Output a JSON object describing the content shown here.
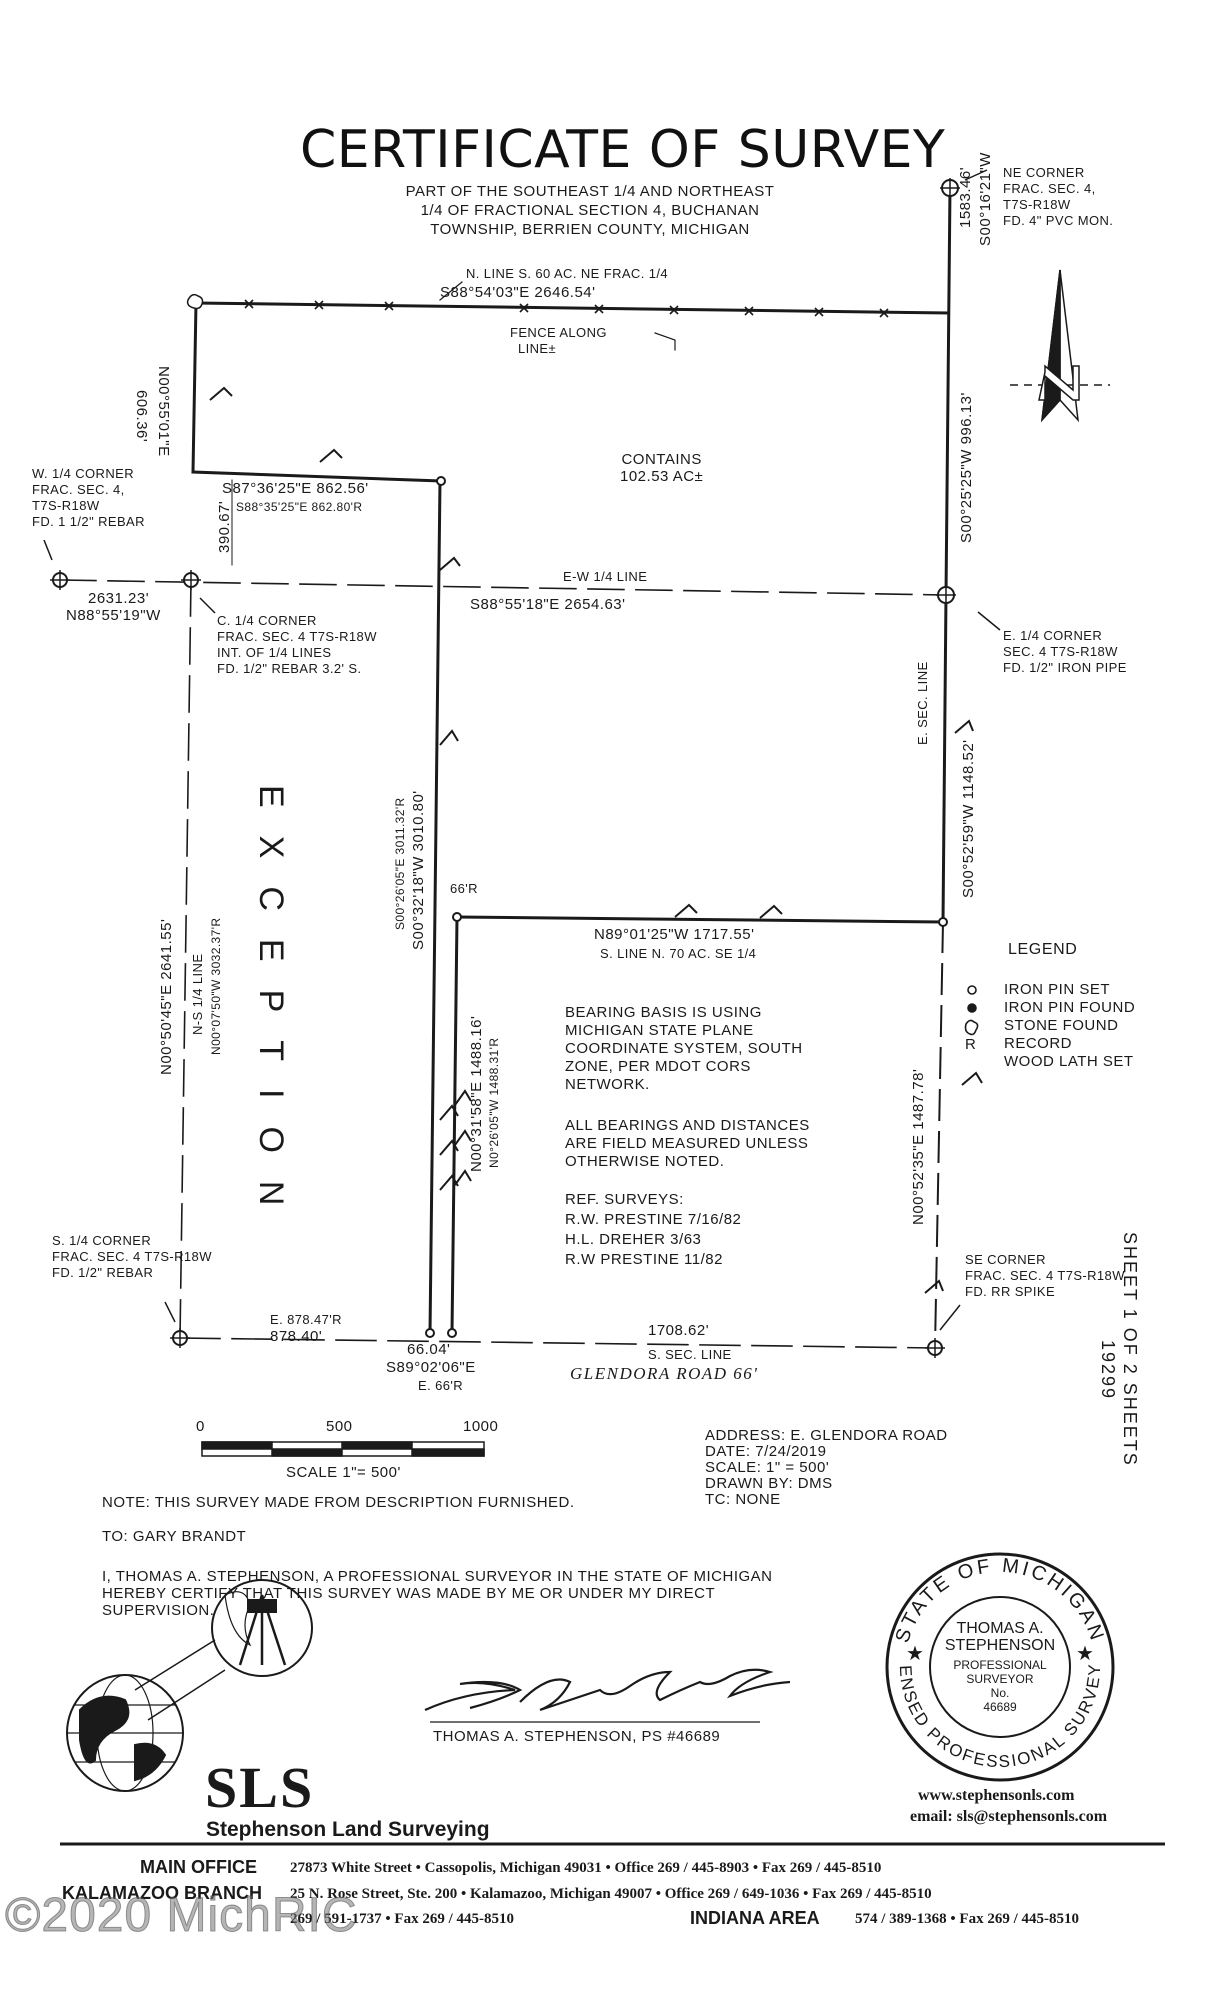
{
  "title": "CERTIFICATE OF SURVEY",
  "subtitle": [
    "PART OF THE SOUTHEAST 1/4 AND NORTHEAST",
    "1/4 OF FRACTIONAL SECTION 4, BUCHANAN",
    "TOWNSHIP, BERRIEN COUNTY, MICHIGAN"
  ],
  "ne_corner": [
    "NE CORNER",
    "FRAC. SEC. 4,",
    "T7S-R18W",
    "FD. 4\" PVC MON."
  ],
  "w_quarter_corner": [
    "W. 1/4 CORNER",
    "FRAC. SEC. 4,",
    "T7S-R18W",
    "FD. 1 1/2\" REBAR"
  ],
  "c_quarter_corner": [
    "C. 1/4 CORNER",
    "FRAC. SEC. 4 T7S-R18W",
    "INT. OF 1/4 LINES",
    "FD. 1/2\" REBAR 3.2' S."
  ],
  "e_quarter_corner": [
    "E. 1/4 CORNER",
    "SEC. 4 T7S-R18W",
    "FD. 1/2\" IRON PIPE"
  ],
  "s_quarter_corner": [
    "S. 1/4 CORNER",
    "FRAC. SEC. 4 T7S-R18W",
    "FD. 1/2\" REBAR"
  ],
  "se_corner": [
    "SE CORNER",
    "FRAC. SEC. 4 T7S-R18W",
    "FD. RR SPIKE"
  ],
  "north_line_label": "N. LINE S. 60 AC. NE FRAC. 1/4",
  "north_line_bearing": "S88°54'03\"E 2646.54'",
  "fence_label": [
    "FENCE ALONG",
    "LINE±"
  ],
  "contains": [
    "CONTAINS",
    "102.53 AC±"
  ],
  "west_upper_len": "606.36'",
  "west_upper_bearing": "N00°55'01\"E",
  "ne_len": "1583.46'",
  "ne_bearing": "S00°16'21\"W",
  "east_upper": "S00°25'25\"W 996.13'",
  "inner_line": "S87°36'25\"E 862.56'",
  "inner_line_record": "S88°35'25\"E 862.80'R",
  "w_short": "390.67'",
  "west_of_corner_len": "2631.23'",
  "west_of_corner_bearing": "N88°55'19\"W",
  "ew_line_label": "E-W 1/4 LINE",
  "ew_line_bearing": "S88°55'18\"E 2654.63'",
  "exception_label": "EXCEPTION",
  "inner_west_record": "S00°26'05\"E 3011.32'R",
  "inner_west": "S00°32'18\"W 3010.80'",
  "width_66r": "66'R",
  "south_70_bearing": "N89°01'25\"W 1717.55'",
  "south_70_label": "S. LINE N. 70 AC. SE 1/4",
  "e_sec_line": "E. SEC. LINE",
  "east_mid": "S00°52'59\"W 1148.52'",
  "west_long": "N00°50'45\"E 2641.55'",
  "ns_quarter_line": "N-S 1/4 LINE",
  "west_long_record": "N00°07'50\"W 3032.37'R",
  "strip_bearing": "N00°31'58\"E 1488.16'",
  "strip_record": "N0°26'05\"W 1488.31'R",
  "east_low": "N00°52'35\"E 1487.78'",
  "bearing_basis": [
    "BEARING BASIS IS USING",
    "MICHIGAN STATE PLANE",
    "COORDINATE SYSTEM, SOUTH",
    "ZONE, PER MDOT CORS",
    "NETWORK."
  ],
  "field_note": [
    "ALL BEARINGS AND DISTANCES",
    "ARE FIELD MEASURED UNLESS",
    "OTHERWISE NOTED."
  ],
  "ref_surveys": [
    "REF. SURVEYS:",
    "R.W. PRESTINE 7/16/82",
    "H.L. DREHER 3/63",
    "R.W PRESTINE 11/82"
  ],
  "legend": {
    "title": "LEGEND",
    "items": [
      "IRON PIN SET",
      "IRON PIN FOUND",
      "STONE FOUND",
      "RECORD",
      "WOOD LATH SET"
    ],
    "record_symbol": "R"
  },
  "south_left_record": "E. 878.47'R",
  "south_left": "878.40'",
  "south_66": "66.04'",
  "south_66_bearing": "S89°02'06\"E",
  "south_66_record": "E. 66'R",
  "south_right": "1708.62'",
  "s_sec_line": "S. SEC. LINE",
  "road": "GLENDORA ROAD 66'",
  "sheet": "SHEET 1 OF 2 SHEETS",
  "job_no": "19299",
  "scale_bar": {
    "ticks": [
      "0",
      "500",
      "1000"
    ],
    "label": "SCALE 1\"= 500'"
  },
  "info": [
    "ADDRESS: E. GLENDORA ROAD",
    "DATE: 7/24/2019",
    "SCALE: 1\" = 500'",
    "DRAWN BY: DMS",
    "TC: NONE"
  ],
  "note": "NOTE: THIS SURVEY MADE FROM DESCRIPTION FURNISHED.",
  "to": "TO: GARY BRANDT",
  "certification": [
    "I, THOMAS A. STEPHENSON, A PROFESSIONAL SURVEYOR IN THE STATE OF MICHIGAN",
    "HEREBY CERTIFY THAT THIS SURVEY WAS MADE BY ME OR UNDER MY DIRECT",
    "SUPERVISION."
  ],
  "signature_line": "THOMAS A. STEPHENSON, PS #46689",
  "seal": {
    "top_arc": "STATE OF MICHIGAN",
    "bottom_arc": "LICENSED PROFESSIONAL SURVEYOR",
    "lines": [
      "THOMAS A.",
      "STEPHENSON",
      "PROFESSIONAL",
      "SURVEYOR",
      "No.",
      "46689"
    ]
  },
  "company": {
    "abbr": "SLS",
    "name": "Stephenson Land Surveying",
    "web": "www.stephensonls.com",
    "email": "email: sls@stephensonls.com"
  },
  "footer": {
    "main_label": "MAIN OFFICE",
    "main_text": "27873 White Street • Cassopolis, Michigan 49031 • Office 269 / 445-8903 • Fax 269 / 445-8510",
    "kal_label": "KALAMAZOO BRANCH",
    "kal_text": "25 N. Rose Street, Ste. 200 • Kalamazoo, Michigan 49007 • Office 269 / 649-1036 • Fax 269 / 445-8510",
    "third_text": "269 / 591-1737 • Fax 269 / 445-8510",
    "indiana_label": "INDIANA AREA",
    "indiana_text": "574 / 389-1368 • Fax 269 / 445-8510"
  },
  "watermark": "©2020 MichRIC"
}
